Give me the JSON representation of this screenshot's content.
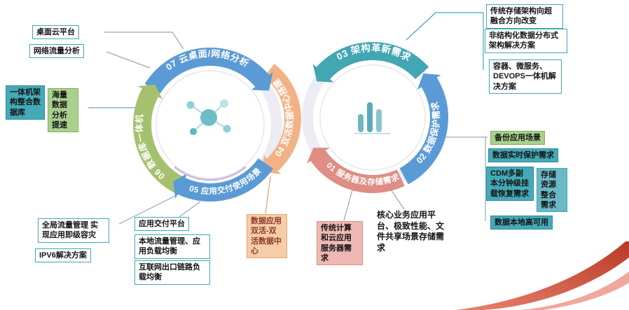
{
  "colors": {
    "teal": "#43A6B3",
    "blue": "#5B9BD5",
    "green": "#A5C16F",
    "green_light": "#A9D08E",
    "orange": "#F2B285",
    "salmon": "#DE8E84",
    "swoosh_red": "#C24532"
  },
  "wheels": {
    "left": {
      "s07": "07 云桌面/网络分析",
      "s06": "06 数据库一体机",
      "s05": "05 应用交付使用场景",
      "s04": "04 双活数据中心搭建"
    },
    "right": {
      "s03": "03 架构革新需求",
      "s02": "02 数据保护需求",
      "s01": "01 服务器及存储需求"
    }
  },
  "callouts": {
    "desktop_cloud": "桌面云平台",
    "network_traffic": "网络流量分析",
    "appliance_arch": "一体机架构整合数据库",
    "massive_data": "海量数据分析提速",
    "global_traffic": "全局流量管理 实现应用即级容灾",
    "ipv6": "IPV6解决方案",
    "app_delivery": "应用交付平台",
    "local_traffic": "本地流量管理、应用负载均衡",
    "internet_link": "互联网出口链路负载均衡",
    "dual_active": "数据应用双活-双活数据中心",
    "traditional_compute": "传统计算和云应用服务器需求",
    "core_business": "核心业务应用平台、极致性能、文件共享场景存储需求",
    "storage_hci": "传统存储架构向超融合方向改变",
    "unstructured": "非结构化数据分布式架构解决方案",
    "container_devops": "容器、微服务、DEVOPS一体机解决方案",
    "backup": "备份应用场景",
    "realtime_protect": "数据实时保护需求",
    "cdm": "CDM多副本分钟级挂载恢复需求",
    "storage_pool": "存储资源整合需求",
    "local_ha": "数据本地高可用"
  }
}
